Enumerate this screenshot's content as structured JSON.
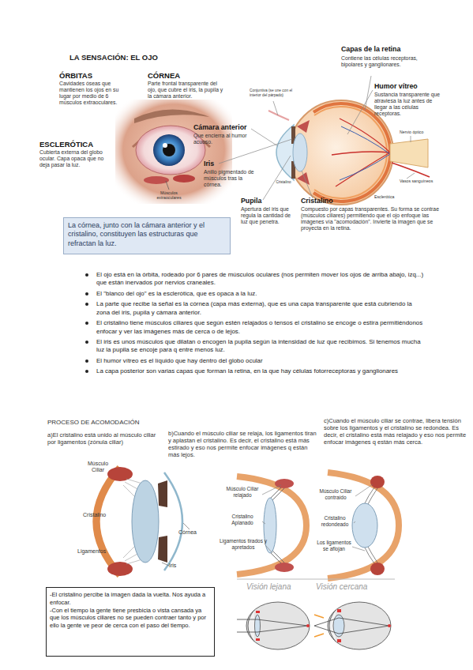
{
  "diagram": {
    "title": "LA SENSACIÓN: EL OJO",
    "nodes": [
      {
        "text": [
          "La córnea, junto con la cámara anterior y el cristalino, constituyen las estructuras que refractan la luz."
        ]
      },
      {
        "text": [
          "-El cristalino percibe la imagen dada la vuelta. Nos ayuda a enfocar.",
          "-Con el tiempo la gente tiene presbicia o vista cansada ya que los músculos ciliares no se pueden contraer tanto y por ello la gente ve peor de cerca con el paso del tiempo."
        ]
      }
    ],
    "labels": [
      "ÓRBITAS",
      "Cavidades óseas que mantienen los ojos en su lugar por medio de 6 músculos extraoculares.",
      "CÓRNEA",
      "Parte frontal transparente del ojo, que cubre el iris, la pupila y la cámara anterior.",
      "ESCLERÓTICA",
      "Cubierta externa del globo ocular. Capa opaca que no deja pasar la luz.",
      "Músculos extraoculares",
      "Cámara anterior",
      "Que encierra al humor acuoso.",
      "Iris",
      "Anillo pigmentado de músculos tras la córnea.",
      "Pupila",
      "Apertura del iris que regula la cantidad de luz que penetra.",
      "Capas de la retina",
      "Contiene las células receptoras, bipolares y ganglionares.",
      "Humor vítreo",
      "Sustancia transparente que atraviesa la luz antes de llegar a las células receptoras.",
      "Cristalino",
      "Compuesto por capas transparentes. Su forma se contrae (músculos ciliares) permitiendo que el ojo enfoque las imágenes vía \"acomodación\". Invierte la imagen que se proyecta en la retina.",
      "Conjuntiva (se une con el interior del párpado)",
      "Cristalino",
      "Nervio óptico",
      "Vasos sanguíneos",
      "Esclerótica",
      "El ojo está en la órbita, rodeado por 6 pares de músculos oculares (nos permiten mover los ojos de arriba abajo, izq...) que están inervados por nervios craneales.",
      "El \"blanco del ojo\" es la esclerótica, que es opaca a la luz.",
      "La parte que recibe la señal es la córnea (capa más externa), que es una capa transparente que está cubriendo la zona del iris, pupila y cámara anterior.",
      "El cristalino tiene músculos ciliares que según estén relajados o tensos el cristalino se encoge o estira permitiéndonos enfocar y ver las imágenes más de cerca o de lejos.",
      "El iris es unos músculos que dilatan o encogen la pupila según la intensidad de luz que recibimos. Si tenemos mucha luz la pupila se encoje para q entre menos luz.",
      "El humor vítreo es el líquido que hay dentro del globo ocular",
      "La capa posterior son varias capas que forman la retina, en la que hay células fotorreceptoras y ganglionares",
      "PROCESO DE ACOMODACIÓN",
      "a)El cristalino está unido al músculo ciliar por ligamentos (zónula ciliar)",
      "b)Cuando el músculo ciliar se relaja, los ligamentos tiran y aplastan el cristalino. Es decir, el cristalino está más estirado y eso nos permite enfocar imágenes q están más lejos.",
      "c)Cuando el músculo ciliar se contrae, libera tensión sobre los ligamentos y el cristalino se redondea. Es decir, el cristalino está más relajado y eso nos permite enfocar imágenes q están más cerca.",
      "Músculo Ciliar",
      "Cristalino",
      "Córnea",
      "Ligamentos",
      "Iris",
      "Músculo Ciliar relajado",
      "Cristalino Aplanado",
      "Ligamentos tirados y apretados",
      "Visión lejana",
      "Músculo Ciliar contraído",
      "Cristalino redondeado",
      "Los ligamentos se aflojan",
      "Visión cercana"
    ]
  }
}
